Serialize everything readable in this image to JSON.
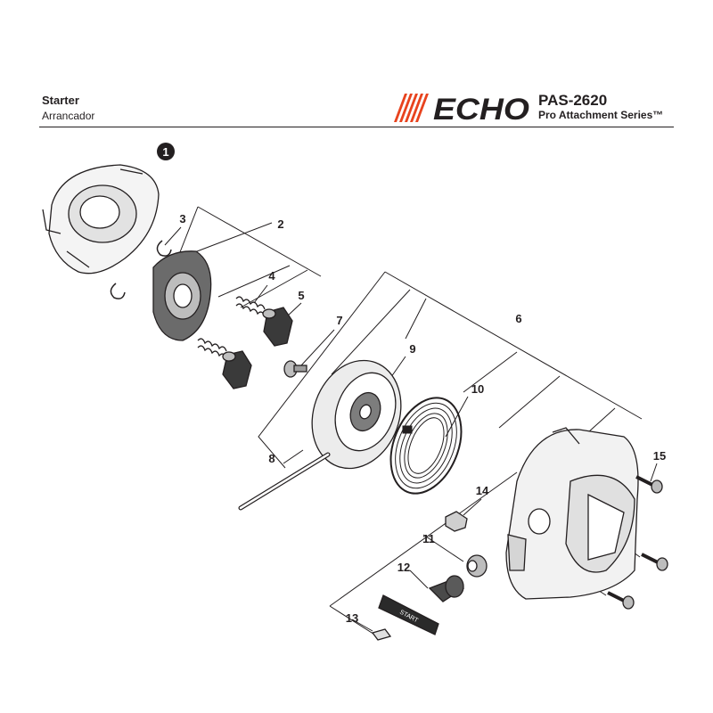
{
  "header": {
    "title": "Starter",
    "subtitle": "Arrancador",
    "model": "PAS-2620",
    "series": "Pro Attachment Series™",
    "logo_text": "ECHO",
    "logo_color": "#e8431e"
  },
  "callouts": {
    "c1": "1",
    "c2": "2",
    "c3": "3",
    "c4": "4",
    "c5": "5",
    "c6": "6",
    "c7": "7",
    "c8": "8",
    "c9": "9",
    "c10": "10",
    "c11": "11",
    "c12": "12",
    "c13": "13",
    "c14": "14",
    "c15": "15"
  },
  "handle_label": "START"
}
